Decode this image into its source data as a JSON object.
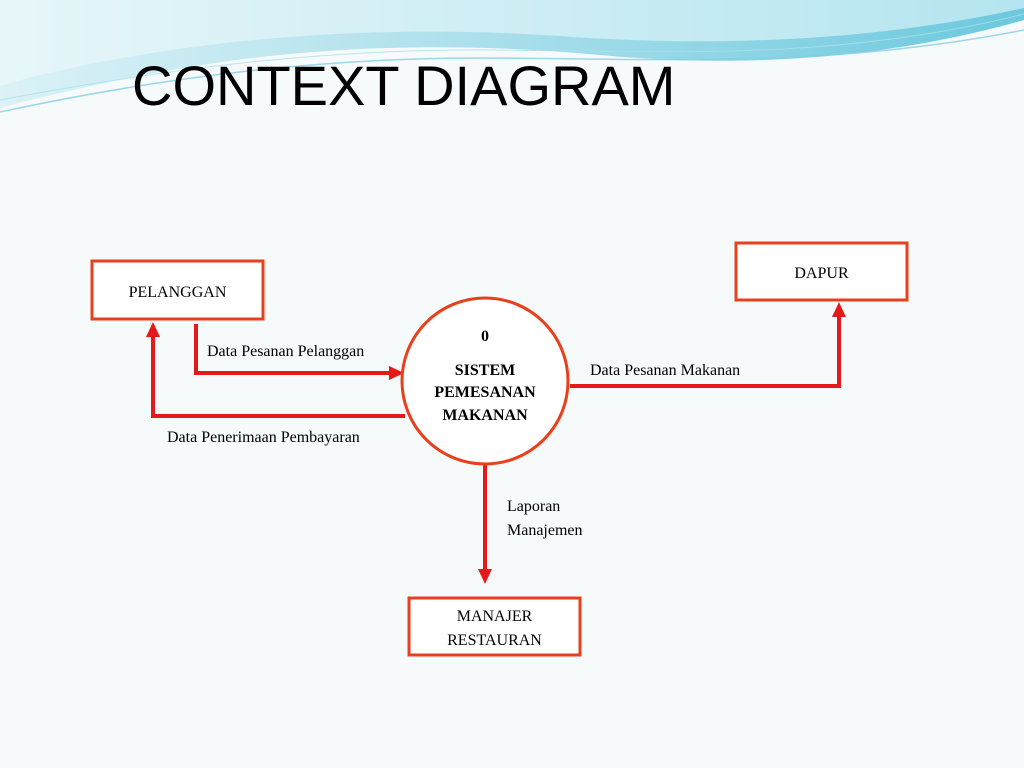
{
  "title": "CONTEXT DIAGRAM",
  "colors": {
    "entity_border": "#e8401c",
    "flow_line": "#e41a1a",
    "wave_light": "#bfe8f0",
    "wave_dark": "#5cc3da"
  },
  "process": {
    "number": "0",
    "name_line1": "SISTEM",
    "name_line2": "PEMESANAN",
    "name_line3": "MAKANAN"
  },
  "entities": {
    "pelanggan": "PELANGGAN",
    "dapur": "DAPUR",
    "manajer_line1": "MANAJER",
    "manajer_line2": "RESTAURAN"
  },
  "flows": {
    "pesanan_pelanggan": "Data Pesanan Pelanggan",
    "penerimaan_pembayaran": "Data Penerimaan Pembayaran",
    "pesanan_makanan": "Data Pesanan Makanan",
    "laporan_line1": "Laporan",
    "laporan_line2": "Manajemen"
  }
}
